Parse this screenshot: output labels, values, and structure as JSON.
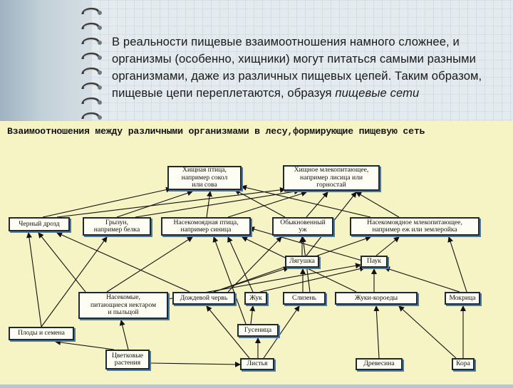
{
  "slide": {
    "text_main": "В реальности пищевые взаимоотношения намного сложнее, и организмы (особенно, хищники) могут питаться самыми разными организмами, даже из различных пищевых цепей. Таким образом, пищевые цепи переплетаются, образуя ",
    "text_italic": "пищевые сети"
  },
  "diagram": {
    "title": "Взаимоотношения между различными организмами в лесу,формирующие пищевую сеть",
    "nodes": {
      "predator_bird": "Хищная птица,\nнапример сокол\nили сова",
      "predator_mammal": "Хищное млекопитающее,\nнапример лисица или\nгорностай",
      "blackbird": "Черный дрозд",
      "rodent": "Грызун,\nнапример белка",
      "insectivorous_bird": "Насекомоядная птица,\nнапример синица",
      "grass_snake": "Обыкновенный\nуж",
      "insectivorous_mammal": "Насекомоядное млекопитающее,\nнапример еж или землеройка",
      "frog": "Лягушка",
      "spider": "Паук",
      "nectar_insects": "Насекомые,\nпитающиеся нектаром\nи пыльцой",
      "earthworm": "Дождевой червь",
      "beetle": "Жук",
      "slug": "Слизень",
      "bark_beetles": "Жуки-короеды",
      "woodlouse": "Мокрица",
      "caterpillar": "Гусеница",
      "fruits_seeds": "Плоды и семена",
      "flowering_plants": "Цветковые\nрастения",
      "leaves": "Листья",
      "wood": "Древесина",
      "bark": "Кора"
    }
  }
}
